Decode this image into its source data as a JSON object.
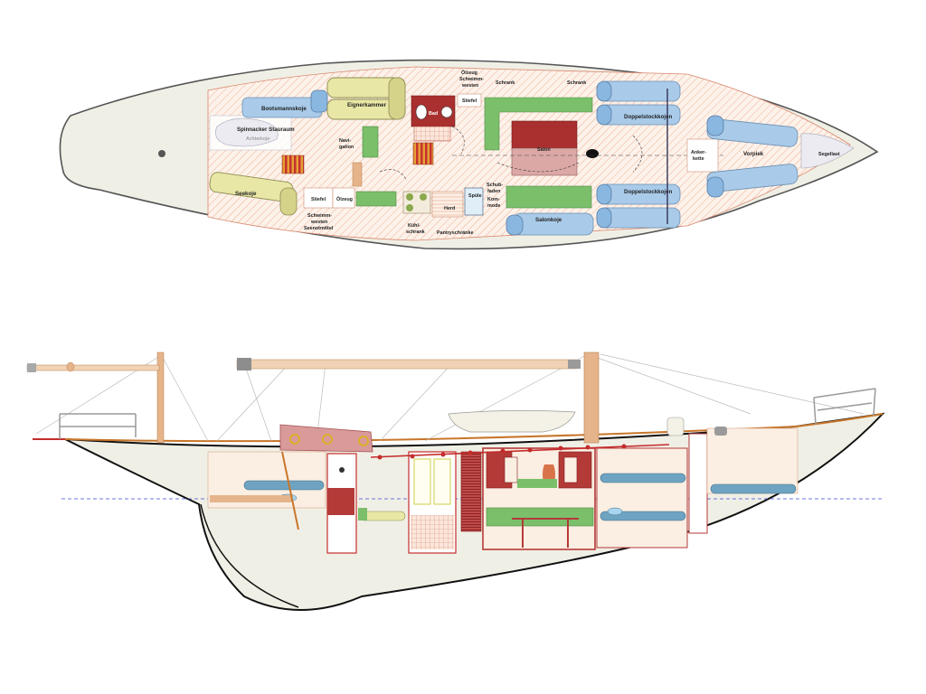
{
  "plan": {
    "labels": {
      "bootsmannskoje": "Bootsmannskoje",
      "eignerkammer": "Eignerkammer",
      "spinnacker": "Spinnacker Stauraum",
      "achterkoje": "Achterkoje",
      "navigation_1": "Navi-",
      "navigation_2": "gation",
      "seekoje": "Seekoje",
      "stiefel_port": "Stiefel",
      "oelzeug_port": "Ölzeug",
      "schwimmwesten_1": "Schwimm-",
      "schwimmwesten_2": "westen",
      "seenotmittel": "Seenotmittel",
      "kuehlschrank_1": "Kühl-",
      "kuehlschrank_2": "schrank",
      "herd": "Herd",
      "spuele": "Spüle",
      "pantryschraenke": "Pantryschränke",
      "schubfaden_1": "Schub-",
      "schubfaden_2": "faden",
      "schubfaden_3": "Kom-",
      "schubfaden_4": "mode",
      "bad": "Bad",
      "stiefel_stb": "Stiefel",
      "oelzeug_stb_1": "Ölzeug",
      "oelzeug_stb_2": "Schwimm-",
      "oelzeug_stb_3": "westen",
      "schrank_1": "Schrank",
      "schrank_2": "Schrank",
      "salon": "Salon",
      "salonkoje": "Salonkoje",
      "doppelstockkojen_stb": "Doppelstockkojen",
      "doppelstockkojen_port": "Doppelstockkojen",
      "ankerkette_1": "Anker-",
      "ankerkette_2": "kette",
      "vorpiek": "Vorpiek",
      "segellast": "Segellast"
    }
  },
  "colors": {
    "hull_fill": "#f0efe6",
    "hull_stroke": "#555555",
    "berth_blue": "#a9cbe9",
    "berth_yellow": "#e9e7a6",
    "cabinet_green": "#7bbf6a",
    "salon_red": "#a9302f",
    "salon_pink": "#dba8a6",
    "wood": "#e6b48a",
    "wood_dark": "#d98b3e",
    "cabin_red": "#b43a38",
    "interior_cream": "#fbeee2",
    "waterline": "#3b4bd6",
    "sheer_line": "#c8762a",
    "gunwale_red": "#c42c2c"
  },
  "icons": {
    "pantry_stove": "stove-icon",
    "sink": "sink-icon",
    "toilet": "toilet-icon",
    "mast_step": "mast-icon",
    "vase": "vase-icon"
  }
}
